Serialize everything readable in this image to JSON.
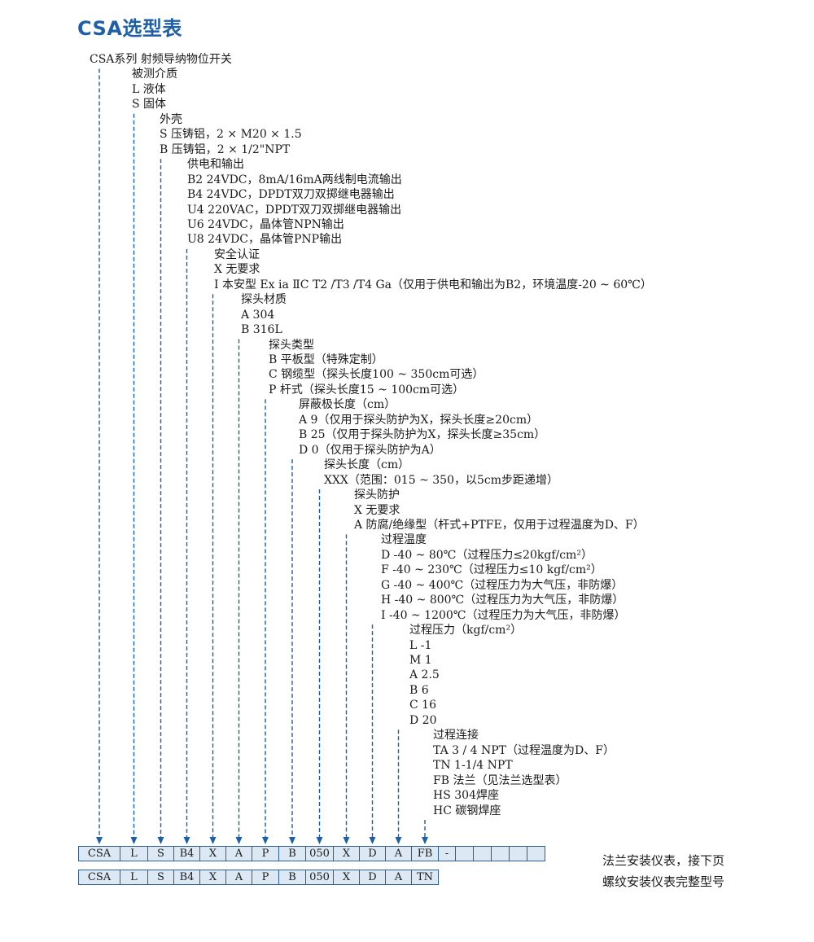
{
  "title": "CSA选型表",
  "lines": [
    {
      "col": 0,
      "text": "CSA系列 射频导纳物位开关"
    },
    {
      "col": 1,
      "text": "被测介质"
    },
    {
      "col": 1,
      "text": "L  液体"
    },
    {
      "col": 1,
      "text": "S  固体"
    },
    {
      "col": 2,
      "text": "外壳"
    },
    {
      "col": 2,
      "text": "S  压铸铝，2 × M20 × 1.5"
    },
    {
      "col": 2,
      "text": "B  压铸铝，2 × 1/2\"NPT"
    },
    {
      "col": 3,
      "text": "供电和输出"
    },
    {
      "col": 3,
      "text": "B2  24VDC，8mA/16mA两线制电流输出"
    },
    {
      "col": 3,
      "text": "B4  24VDC，DPDT双刀双掷继电器输出"
    },
    {
      "col": 3,
      "text": "U4  220VAC，DPDT双刀双掷继电器输出"
    },
    {
      "col": 3,
      "text": "U6  24VDC，晶体管NPN输出"
    },
    {
      "col": 3,
      "text": "U8  24VDC，晶体管PNP输出"
    },
    {
      "col": 4,
      "text": "安全认证"
    },
    {
      "col": 4,
      "text": "X  无要求"
    },
    {
      "col": 4,
      "text": "I  本安型 Ex ia ⅡC T2 /T3 /T4 Ga（仅用于供电和输出为B2，环境温度-20 ~ 60℃）"
    },
    {
      "col": 5,
      "text": "探头材质"
    },
    {
      "col": 5,
      "text": "A  304"
    },
    {
      "col": 5,
      "text": "B  316L"
    },
    {
      "col": 6,
      "text": "探头类型"
    },
    {
      "col": 6,
      "text": "B  平板型（特殊定制）"
    },
    {
      "col": 6,
      "text": "C  钢缆型（探头长度100 ~ 350cm可选）"
    },
    {
      "col": 6,
      "text": "P  杆式（探头长度15 ~ 100cm可选）"
    },
    {
      "col": 7,
      "text": "屏蔽极长度（cm）"
    },
    {
      "col": 7,
      "text": "A  9（仅用于探头防护为X，探头长度≥20cm）"
    },
    {
      "col": 7,
      "text": "B  25（仅用于探头防护为X，探头长度≥35cm）"
    },
    {
      "col": 7,
      "text": "D  0（仅用于探头防护为A）"
    },
    {
      "col": 8,
      "text": "探头长度（cm）"
    },
    {
      "col": 8,
      "text": "XXX（范围：015 ~ 350，以5cm步距递增）"
    },
    {
      "col": 9,
      "text": "探头防护"
    },
    {
      "col": 9,
      "text": "X  无要求"
    },
    {
      "col": 9,
      "text": "A  防腐/绝缘型（杆式+PTFE，仅用于过程温度为D、F）"
    },
    {
      "col": 10,
      "text": "过程温度"
    },
    {
      "col": 10,
      "text": "D  -40 ~ 80℃（过程压力≤20kgf/cm²）"
    },
    {
      "col": 10,
      "text": "F  -40 ~ 230℃（过程压力≤10 kgf/cm²）"
    },
    {
      "col": 10,
      "text": "G  -40 ~ 400℃（过程压力为大气压，非防爆）"
    },
    {
      "col": 10,
      "text": "H  -40 ~ 800℃（过程压力为大气压，非防爆）"
    },
    {
      "col": 10,
      "text": "I  -40 ~ 1200℃（过程压力为大气压，非防爆）"
    },
    {
      "col": 11,
      "text": "过程压力（kgf/cm²）"
    },
    {
      "col": 11,
      "text": "L  -1"
    },
    {
      "col": 11,
      "text": "M  1"
    },
    {
      "col": 11,
      "text": "A  2.5"
    },
    {
      "col": 11,
      "text": "B  6"
    },
    {
      "col": 11,
      "text": "C  16"
    },
    {
      "col": 11,
      "text": "D  20"
    },
    {
      "col": 12,
      "text": "过程连接"
    },
    {
      "col": 12,
      "text": "TA  3 / 4 NPT（过程温度为D、F）"
    },
    {
      "col": 12,
      "text": "TN  1-1/4 NPT"
    },
    {
      "col": 12,
      "text": "FB  法兰（见法兰选型表）"
    },
    {
      "col": 12,
      "text": "HS  304焊座"
    },
    {
      "col": 12,
      "text": "HC    碳钢焊座"
    }
  ],
  "code_row_1": [
    "CSA",
    "L",
    "S",
    "B4",
    "X",
    "A",
    "P",
    "B",
    "050",
    "X",
    "D",
    "A",
    "FB",
    "-",
    "",
    "",
    "",
    "",
    ""
  ],
  "code_row_2": [
    "CSA",
    "L",
    "S",
    "B4",
    "X",
    "A",
    "P",
    "B",
    "050",
    "X",
    "D",
    "A",
    "TN"
  ],
  "side_note": {
    "line1": "法兰安装仪表，接下页",
    "line2": "螺纹安装仪表完整型号"
  },
  "colors": {
    "title": "#1e5fa6",
    "arrow": "#1e5fa6",
    "cell_bg": "#dce9f5",
    "cell_border": "#2f5f8f"
  }
}
